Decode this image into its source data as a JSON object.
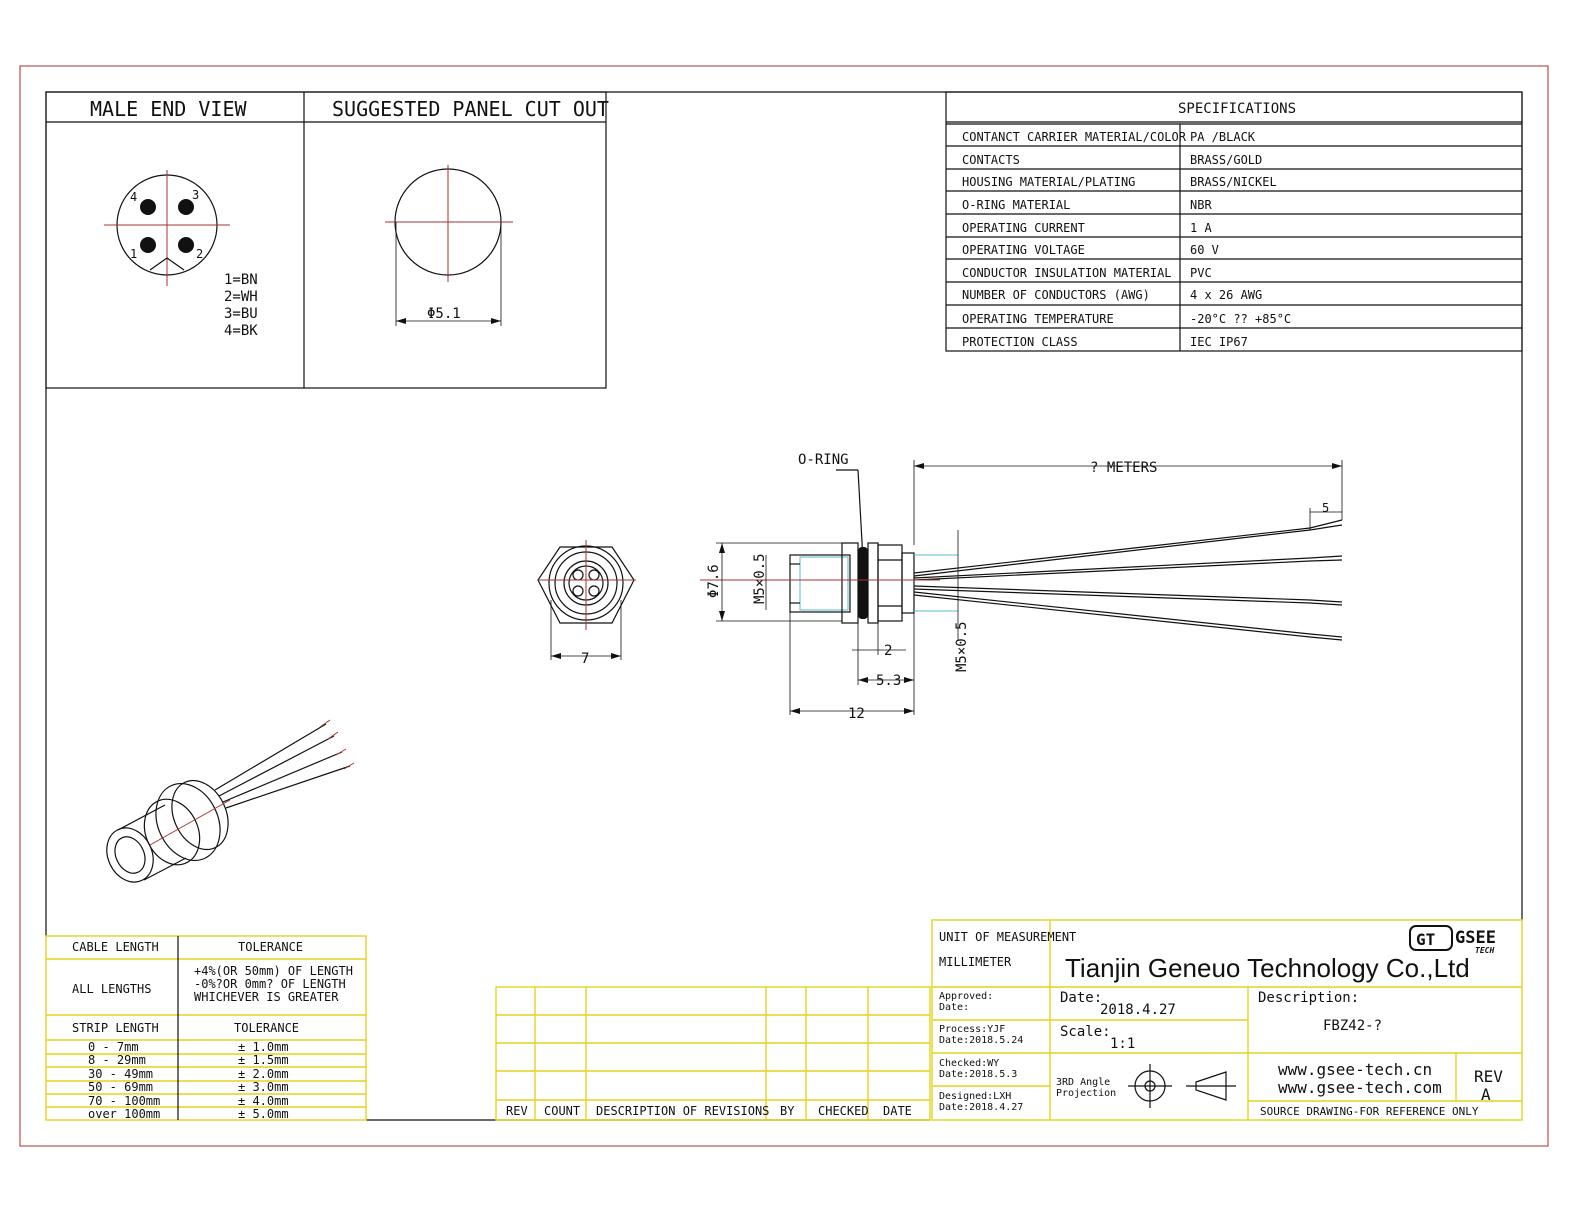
{
  "panels": {
    "male_end_view": "MALE END VIEW",
    "panel_cut_out": "SUGGESTED PANEL CUT OUT"
  },
  "pins": [
    "1",
    "2",
    "3",
    "4"
  ],
  "wire_colors": [
    "1=BN",
    "2=WH",
    "3=BU",
    "4=BK"
  ],
  "cutout_dim": "Φ5.1",
  "specifications": {
    "title": "SPECIFICATIONS",
    "rows": [
      {
        "label": "CONTANCT CARRIER MATERIAL/COLOR",
        "value": "PA /BLACK"
      },
      {
        "label": "CONTACTS",
        "value": "BRASS/GOLD"
      },
      {
        "label": "HOUSING MATERIAL/PLATING",
        "value": "BRASS/NICKEL"
      },
      {
        "label": "O-RING MATERIAL",
        "value": "NBR"
      },
      {
        "label": "OPERATING CURRENT",
        "value": "1 A"
      },
      {
        "label": "OPERATING VOLTAGE",
        "value": "60 V"
      },
      {
        "label": "CONDUCTOR INSULATION MATERIAL",
        "value": "PVC"
      },
      {
        "label": "NUMBER OF CONDUCTORS (AWG)",
        "value": "4 x 26 AWG"
      },
      {
        "label": "OPERATING TEMPERATURE",
        "value": "-20°C ?? +85°C"
      },
      {
        "label": "PROTECTION CLASS",
        "value": "IEC  IP67"
      }
    ]
  },
  "dimensions": {
    "o_ring": "O-RING",
    "meters": "? METERS",
    "strip": "5",
    "dia": "Φ7.6",
    "thread_left": "M5×0.5",
    "thread_right": "M5×0.5",
    "nut_width": "7",
    "d2": "2",
    "d53": "5.3",
    "d12": "12"
  },
  "tolerance_table": {
    "cable_length": "CABLE LENGTH",
    "tolerance": "TOLERANCE",
    "all_lengths": "ALL LENGTHS",
    "all_tol": [
      "+4%(OR 50mm) OF LENGTH",
      "-0%?OR 0mm? OF LENGTH",
      "WHICHEVER  IS  GREATER"
    ],
    "strip_length": "STRIP LENGTH",
    "strip_tolerance": "TOLERANCE",
    "rows": [
      {
        "range": "0 - 7mm",
        "tol": "± 1.0mm"
      },
      {
        "range": "8 - 29mm",
        "tol": "± 1.5mm"
      },
      {
        "range": "30 - 49mm",
        "tol": "± 2.0mm"
      },
      {
        "range": "50 - 69mm",
        "tol": "± 3.0mm"
      },
      {
        "range": "70 - 100mm",
        "tol": "± 4.0mm"
      },
      {
        "range": "over 100mm",
        "tol": "± 5.0mm"
      }
    ]
  },
  "revisions": {
    "headers": [
      "REV",
      "COUNT",
      "DESCRIPTION  OF  REVISIONS",
      "BY",
      "CHECKED",
      "DATE"
    ]
  },
  "title_block": {
    "unit_label": "UNIT OF MEASUREMENT",
    "unit_value": "MILLIMETER",
    "company": "Tianjin Geneuo Technology Co.,Ltd",
    "logo_gt": "GT",
    "logo_gsee": "GSEE",
    "logo_tech": "TECH",
    "approved": "Approved:",
    "approved_date": "Date:",
    "process": "Process:YJF",
    "process_date": "Date:2018.5.24",
    "checked": "Checked:WY",
    "checked_date": "Date:2018.5.3",
    "designed": "Designed:LXH",
    "designed_date": "Date:2018.4.27",
    "date_label": "Date:",
    "date_value": "2018.4.27",
    "scale_label": "Scale:",
    "scale_value": "1:1",
    "projection_1": "3RD Angle",
    "projection_2": "Projection",
    "description_label": "Description:",
    "description_value": "FBZ42-?",
    "web1": "www.gsee-tech.cn",
    "web2": "www.gsee-tech.com",
    "rev_label": "REV",
    "rev_value": "A",
    "source_note": "SOURCE DRAWING-FOR REFERENCE ONLY"
  }
}
